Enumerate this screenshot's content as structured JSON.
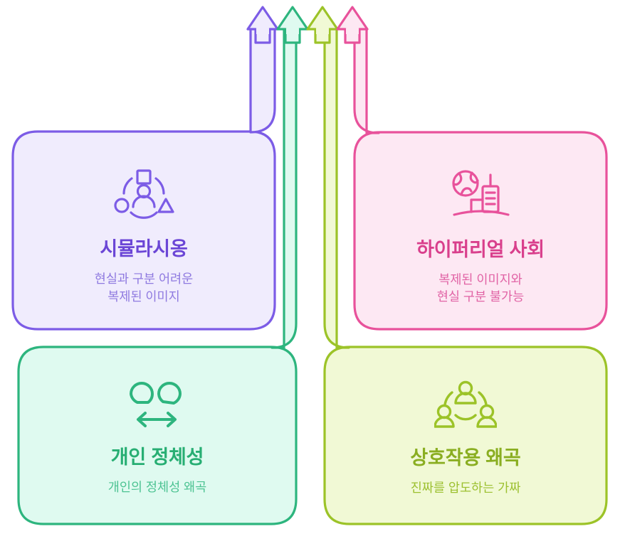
{
  "diagram": {
    "type": "flow-diagram",
    "title": "",
    "background_color": "#ffffff",
    "arrow_count": 4,
    "arrows": [
      {
        "name": "arrow-simulation",
        "color": "#7c5ce6",
        "fill": "#f0ecfd",
        "direction": "up"
      },
      {
        "name": "arrow-identity",
        "color": "#2db57e",
        "fill": "#dffaf0",
        "direction": "up"
      },
      {
        "name": "arrow-interaction",
        "color": "#9cc328",
        "fill": "#f1f9d5",
        "direction": "up"
      },
      {
        "name": "arrow-hyperreal",
        "color": "#e8529b",
        "fill": "#fde8f3",
        "direction": "up"
      }
    ],
    "cards": [
      {
        "id": "simulation",
        "title": "시뮬라시옹",
        "description": "현실과 구분 어려운\n복제된 이미지",
        "icon": "people-shapes-network-icon",
        "stroke_color": "#7c5ce6",
        "fill_color": "#f0ecfd",
        "title_color": "#6b46d6",
        "desc_color": "#8f7ae0"
      },
      {
        "id": "hyperreal",
        "title": "하이퍼리얼 사회",
        "description": "복제된 이미지와\n현실 구분 불가능",
        "icon": "globe-city-icon",
        "stroke_color": "#e8529b",
        "fill_color": "#fde8f3",
        "title_color": "#d93f8c",
        "desc_color": "#e163a5"
      },
      {
        "id": "identity",
        "title": "개인 정체성",
        "description": "개인의 정체성 왜곡",
        "icon": "two-shapes-double-arrow-icon",
        "stroke_color": "#2db57e",
        "fill_color": "#dffaf0",
        "title_color": "#27ae73",
        "desc_color": "#4cc392"
      },
      {
        "id": "interaction",
        "title": "상호작용 왜곡",
        "description": "진짜를 압도하는 가짜",
        "icon": "three-people-network-icon",
        "stroke_color": "#9cc328",
        "fill_color": "#f1f9d5",
        "title_color": "#8aae21",
        "desc_color": "#9cc02f"
      }
    ]
  }
}
